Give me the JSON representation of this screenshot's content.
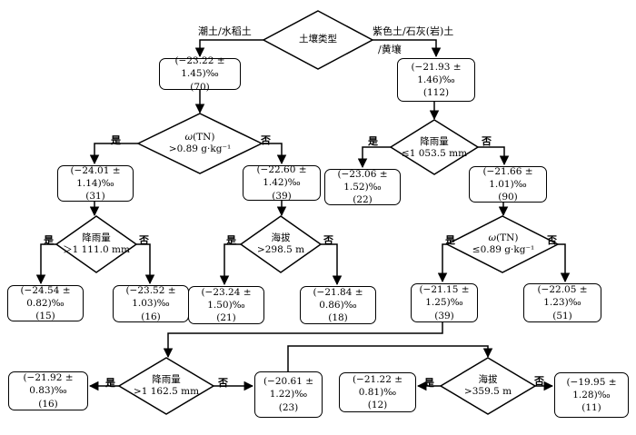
{
  "root": {
    "label": "土壤类型",
    "left_branch": "潮土/水稻土",
    "right_branch_1": "紫色土/石灰(岩)土",
    "right_branch_2": "/黄壤"
  },
  "yes": "是",
  "no": "否",
  "nodes": {
    "n1": {
      "value": "(−23.22 ± 1.45)‰",
      "n": "(70)"
    },
    "n2": {
      "value": "(−21.93 ± 1.46)‰",
      "n": "(112)"
    },
    "n3": {
      "value": "(−24.01 ± 1.14)‰",
      "n": "(31)"
    },
    "n4": {
      "value": "(−22.60 ± 1.42)‰",
      "n": "(39)"
    },
    "n5": {
      "value": "(−23.06 ± 1.52)‰",
      "n": "(22)"
    },
    "n6": {
      "value": "(−21.66 ± 1.01)‰",
      "n": "(90)"
    },
    "n7": {
      "value": "(−24.54 ± 0.82)‰",
      "n": "(15)"
    },
    "n8": {
      "value": "(−23.52 ± 1.03)‰",
      "n": "(16)"
    },
    "n9": {
      "value": "(−23.24 ± 1.50)‰",
      "n": "(21)"
    },
    "n10": {
      "value": "(−21.84 ± 0.86)‰",
      "n": "(18)"
    },
    "n11": {
      "value": "(−21.15 ± 1.25)‰",
      "n": "(39)"
    },
    "n12": {
      "value": "(−22.05 ± 1.23)‰",
      "n": "(51)"
    },
    "n13": {
      "value": "(−21.92 ± 0.83)‰",
      "n": "(16)"
    },
    "n14": {
      "value": "(−20.61 ± 1.22)‰",
      "n": "(23)"
    },
    "n15": {
      "value": "(−21.22 ± 0.81)‰",
      "n": "(12)"
    },
    "n16": {
      "value": "(−19.95 ± 1.28)‰",
      "n": "(11)"
    }
  },
  "decisions": {
    "d1": {
      "var_sym": "ω",
      "var_rest": "(TN)",
      "cond": ">0.89 g·kg⁻¹"
    },
    "d2": {
      "var": "降雨量",
      "cond": "≤1 053.5 mm"
    },
    "d3": {
      "var": "降雨量",
      "cond": "＞1 111.0 mm"
    },
    "d4": {
      "var": "海拔",
      "cond": ">298.5 m"
    },
    "d5": {
      "var_sym": "ω",
      "var_rest": "(TN)",
      "cond": "≤0.89 g·kg⁻¹"
    },
    "d6": {
      "var": "降雨量",
      "cond": ">1 162.5 mm"
    },
    "d7": {
      "var": "海拔",
      "cond": ">359.5 m"
    }
  }
}
